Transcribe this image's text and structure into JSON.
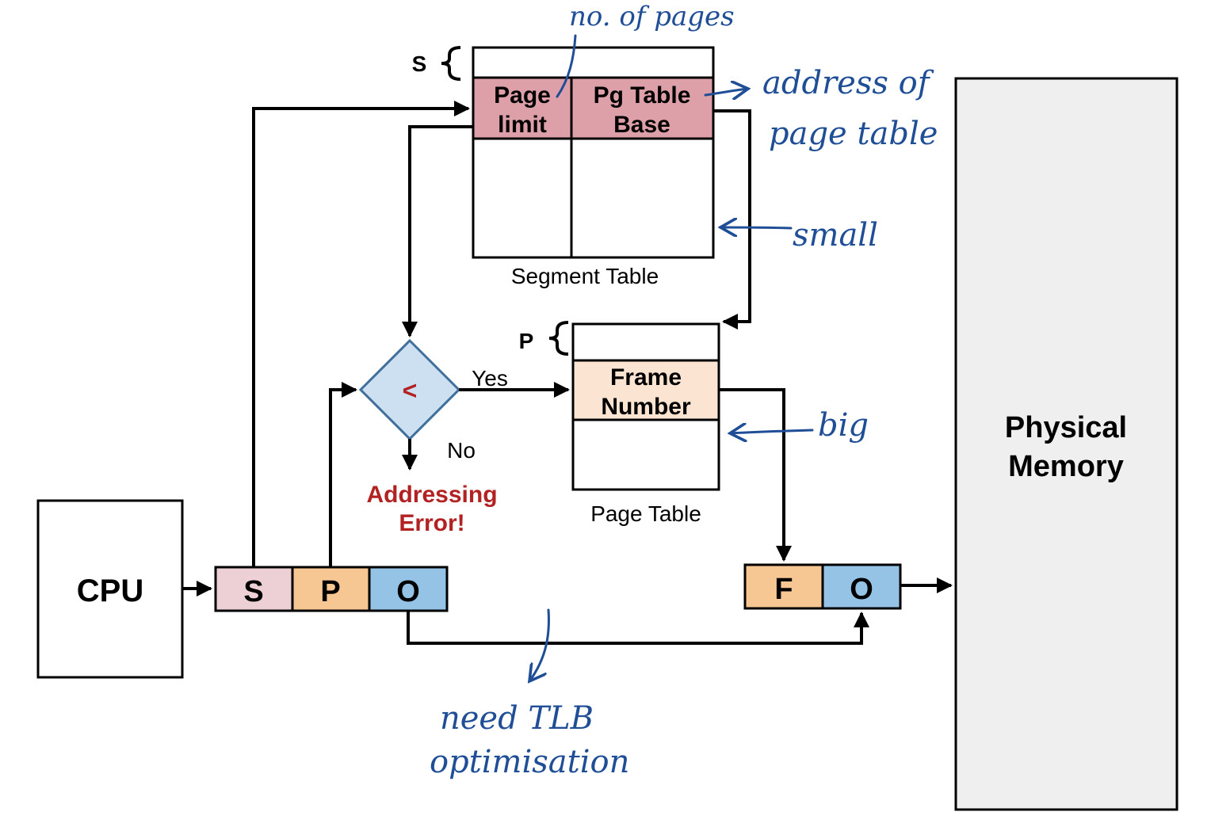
{
  "segment_table": {
    "index_label": "S",
    "col_limit": [
      "Page",
      "limit"
    ],
    "col_base": [
      "Pg Table",
      "Base"
    ],
    "caption": "Segment Table"
  },
  "page_table": {
    "index_label": "P",
    "entry": [
      "Frame",
      "Number"
    ],
    "caption": "Page Table"
  },
  "comparator": {
    "symbol": "<",
    "yes_label": "Yes",
    "no_label": "No",
    "error": [
      "Addressing",
      "Error!"
    ]
  },
  "cpu_label": "CPU",
  "virtual_address": [
    "S",
    "P",
    "O"
  ],
  "physical_address": [
    "F",
    "O"
  ],
  "physical_memory": [
    "Physical",
    "Memory"
  ],
  "annotations": {
    "pages": "no. of pages",
    "address": [
      "address of",
      "page table"
    ],
    "small": "small",
    "big": "big",
    "tlb": [
      "need TLB",
      "optimisation"
    ]
  },
  "colors": {
    "segment_row": "#dea0a8",
    "page_row": "#fbe5d2",
    "s_field": "#ecd0d6",
    "p_field": "#f6c793",
    "o_field": "#94c3e6",
    "diamond_fill": "#cde0f2",
    "diamond_stroke": "#3f6f9a",
    "error_red": "#b22222",
    "memory_fill": "#efefef",
    "ink_blue": "#1f4e96"
  }
}
